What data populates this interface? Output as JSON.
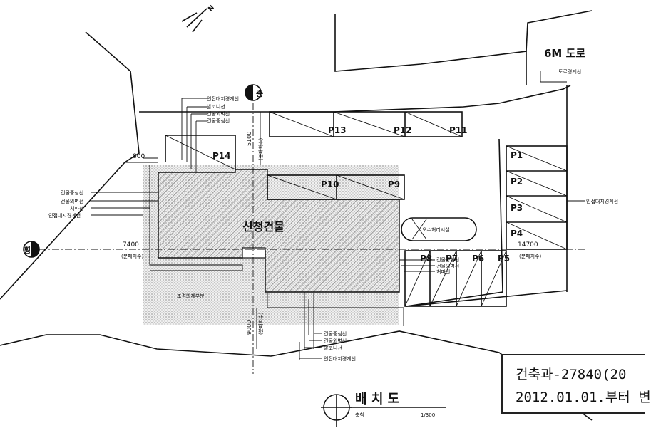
{
  "road": {
    "label": "6M 도로",
    "boundary_label": "도로경계선"
  },
  "north": {
    "label": "N"
  },
  "markers": {
    "vertical": "종",
    "horizontal": "횡"
  },
  "building": {
    "label": "신청건물",
    "colors": {
      "hatch": "#9a9a9a",
      "dots": "#c8c8c8"
    }
  },
  "parking": {
    "top": [
      "P13",
      "P12",
      "P11"
    ],
    "roof": "P14",
    "middle": [
      "P10",
      "P9"
    ],
    "right": [
      "P1",
      "P2",
      "P3",
      "P4"
    ],
    "bottom": [
      "P8",
      "P7",
      "P6",
      "P5"
    ]
  },
  "facility": {
    "label": "오수처리시설"
  },
  "landscape": {
    "label": "조경의제부분"
  },
  "legend_top": [
    "인접대지경계선",
    "발코니선",
    "건물외벽선",
    "건물중심선"
  ],
  "legend_left": [
    "건물중심선",
    "건물외벽선",
    "처마선",
    "인접대지경계선"
  ],
  "legend_right_mid": [
    "건물중심선",
    "건물외벽선",
    "처마선"
  ],
  "legend_bottom": [
    "건물중심선",
    "건물외벽선",
    "발코니선",
    "인접대지경계선"
  ],
  "right_boundary_label": "인접대지경계선",
  "dimensions": {
    "d800": "800",
    "d5100": "5100",
    "d7400": "7400",
    "d14700": "14700",
    "d9000": "9000",
    "shortest": "(분패치수)"
  },
  "title": {
    "main": "배 치 도",
    "sub": "축척",
    "scale": "1/300"
  },
  "stamp": {
    "line1": "건축과-27840(20",
    "line2": "2012.01.01.부터 변"
  }
}
